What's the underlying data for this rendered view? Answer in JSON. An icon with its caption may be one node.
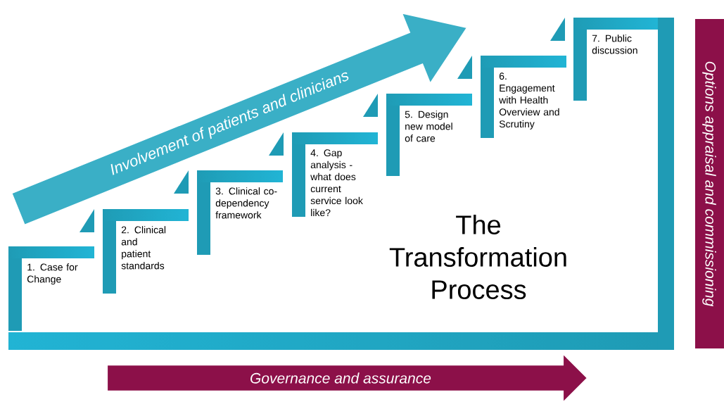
{
  "diagram": {
    "title": "The Transformation Process",
    "nodes": [
      {
        "text": [
          "1. Case for Change"
        ]
      },
      {
        "text": [
          "2. Clinical and patient standards"
        ]
      },
      {
        "text": [
          "3. Clinical co-dependency framework"
        ]
      },
      {
        "text": [
          "4. Gap analysis - what does current service look like?"
        ]
      },
      {
        "text": [
          "5. Design new model of care"
        ]
      },
      {
        "text": [
          "6. Engagement with Health Overview and Scrutiny"
        ]
      },
      {
        "text": [
          "7. Public discussion"
        ]
      },
      {
        "text": [
          "Involvement of patients and clinicians"
        ]
      },
      {
        "text": [
          "Governance and assurance"
        ]
      },
      {
        "text": [
          "Options appraisal and commissioning"
        ]
      }
    ]
  }
}
